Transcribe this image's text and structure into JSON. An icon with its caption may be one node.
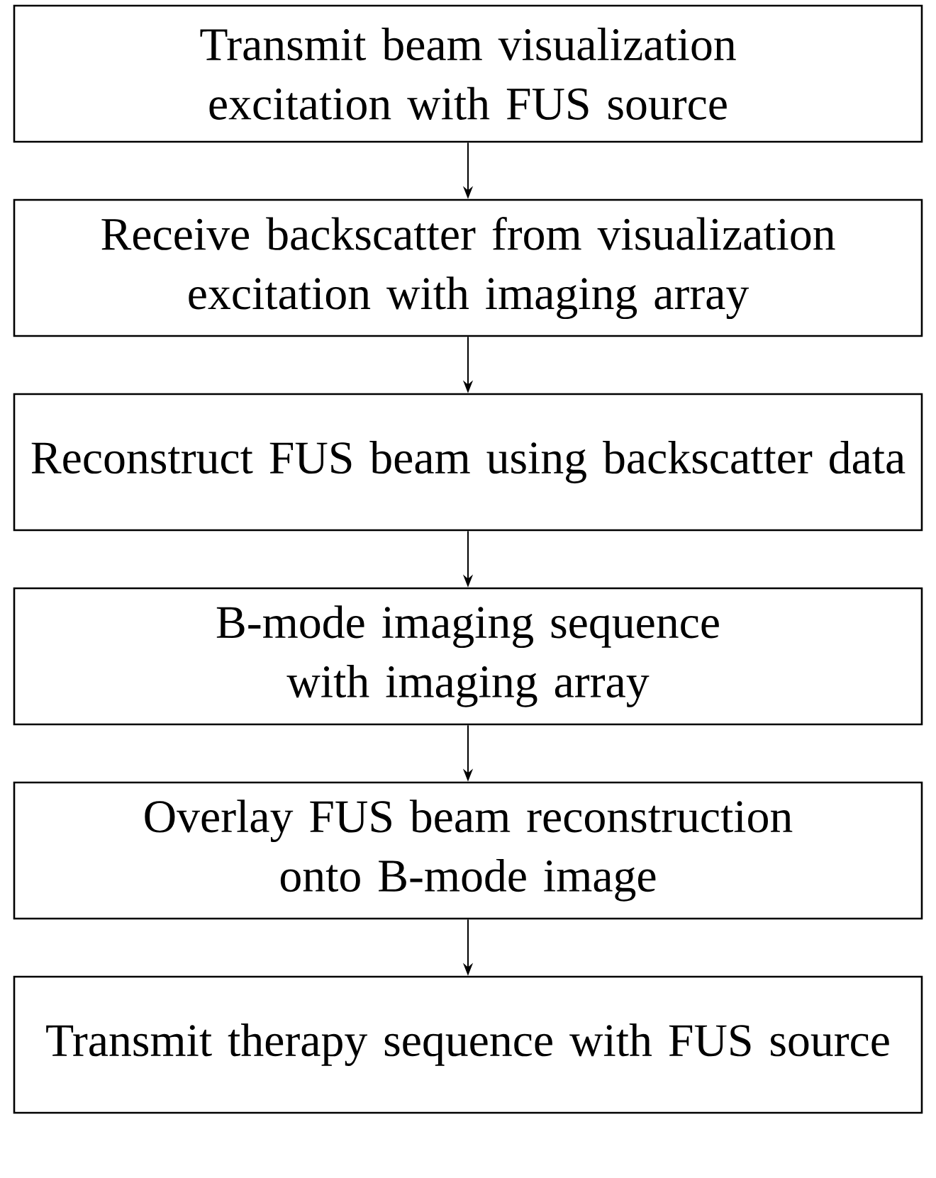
{
  "diagram": {
    "nodes": [
      {
        "text": [
          "Transmit beam visualization excitation with FUS source"
        ]
      },
      {
        "text": [
          "Receive backscatter from visualization excitation with imaging array"
        ]
      },
      {
        "text": [
          "Reconstruct FUS beam using backscatter data"
        ]
      },
      {
        "text": [
          "B-mode imaging sequence with imaging array"
        ]
      },
      {
        "text": [
          "Overlay FUS beam reconstruction onto B-mode image"
        ]
      },
      {
        "text": [
          "Transmit therapy sequence with FUS source"
        ]
      }
    ],
    "edges": [
      {
        "from": 0,
        "to": 1,
        "arrow": "to"
      },
      {
        "from": 1,
        "to": 2,
        "arrow": "to"
      },
      {
        "from": 2,
        "to": 3,
        "arrow": "to"
      },
      {
        "from": 3,
        "to": 4,
        "arrow": "to"
      },
      {
        "from": 4,
        "to": 5,
        "arrow": "to"
      }
    ]
  }
}
